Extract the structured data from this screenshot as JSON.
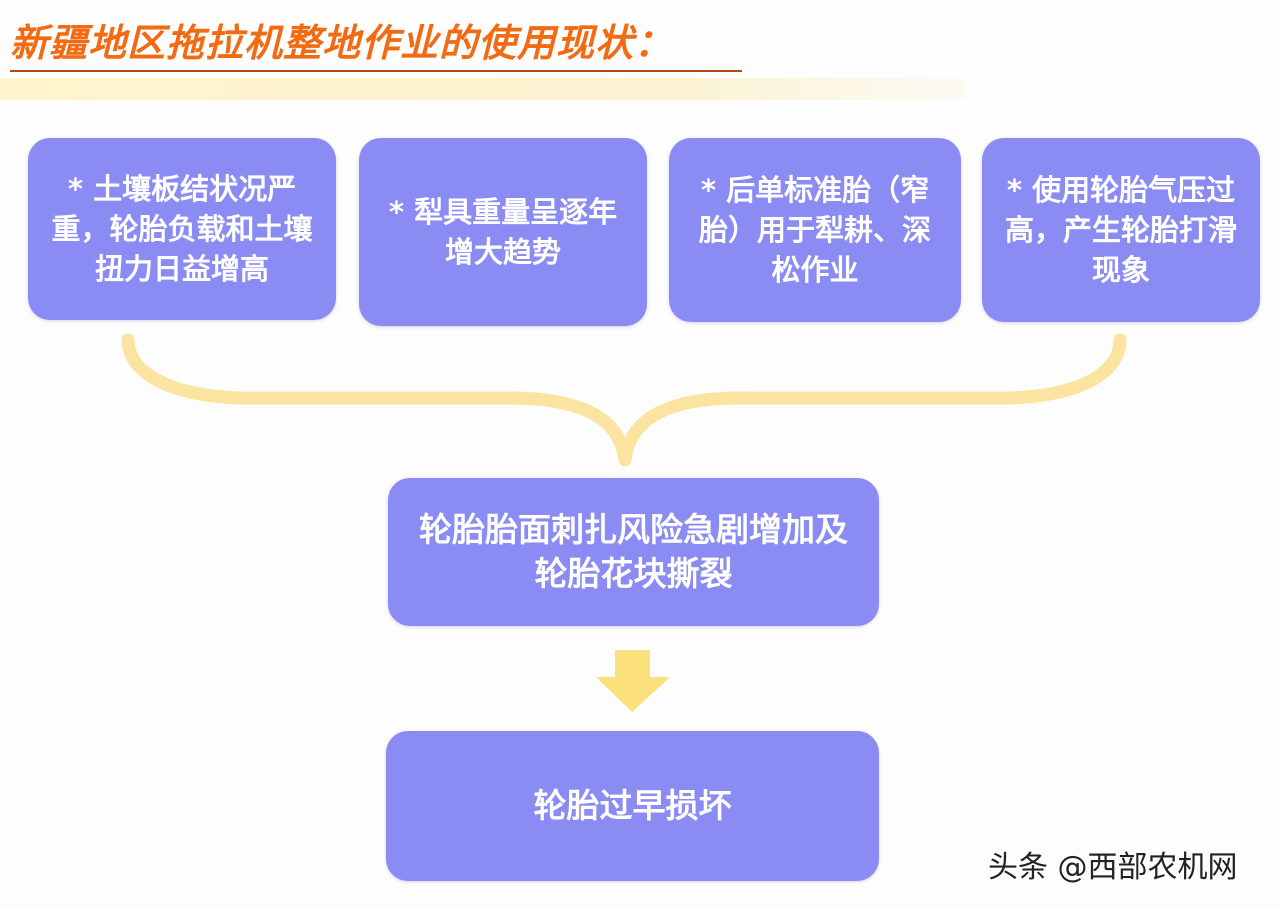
{
  "title": "新疆地区拖拉机整地作业的使用现状：",
  "causes": [
    {
      "text": "* 土壤板结状况严重，轮胎负载和土壤扭力日益增高"
    },
    {
      "text": "* 犁具重量呈逐年增大趋势"
    },
    {
      "text": "* 后单标准胎（窄胎）用于犁耕、深松作业"
    },
    {
      "text": "* 使用轮胎气压过高，产生轮胎打滑现象"
    }
  ],
  "effect": {
    "text": "轮胎胎面刺扎风险急剧增加及轮胎花块撕裂"
  },
  "result": {
    "text": "轮胎过早损坏"
  },
  "watermark": "头条 @西部农机网",
  "colors": {
    "box": "#8a8cf3",
    "title": "#f26a12",
    "connector": "#fbe4a0",
    "arrow": "#fbe07c"
  }
}
